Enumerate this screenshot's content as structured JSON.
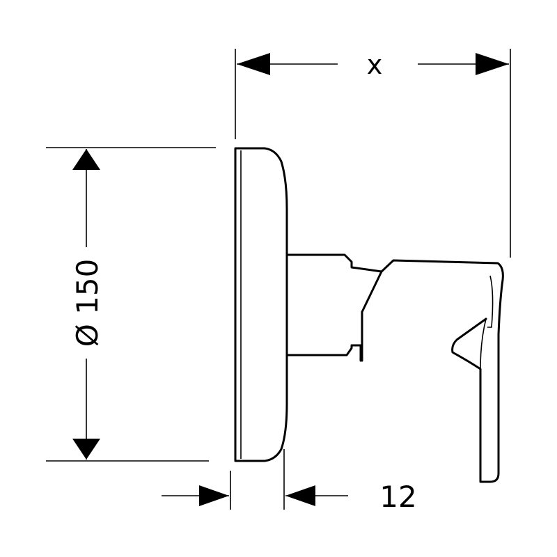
{
  "dimensions": {
    "width_label": "x",
    "diameter_label": "Ø 150",
    "depth_label": "12"
  }
}
